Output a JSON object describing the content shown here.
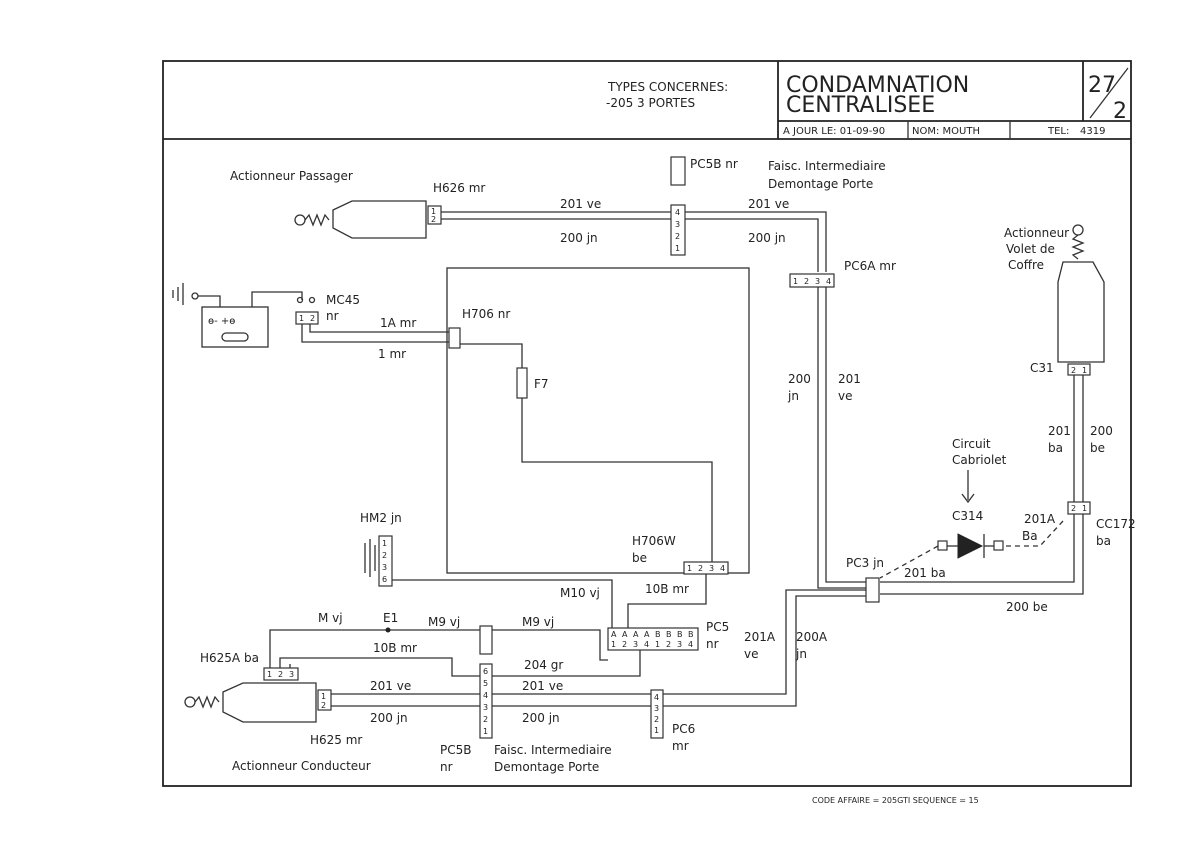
{
  "header": {
    "types_line1": "TYPES CONCERNES:",
    "types_line2": "-205 3 PORTES",
    "title_line1": "CONDAMNATION",
    "title_line2": "CENTRALISEE",
    "sheet_num": "27",
    "sheet_sub": "2",
    "a_jour": "A JOUR LE: 01-09-90",
    "nom": "NOM: MOUTH",
    "tel_label": "TEL:",
    "tel_value": "4319"
  },
  "footer": {
    "code_affaire": "CODE AFFAIRE = 205GTI SEQUENCE = 15"
  },
  "labels": {
    "act_passager": "Actionneur Passager",
    "h626": "H626 mr",
    "pc5b_top": "PC5B nr",
    "faisc_top_1": "Faisc. Intermediaire",
    "faisc_top_2": "Demontage Porte",
    "w201ve_a": "201 ve",
    "w201ve_b": "201 ve",
    "w200jn_a": "200 jn",
    "w200jn_b": "200 jn",
    "pc6a": "PC6A mr",
    "mc45": "MC45",
    "mc45_nr": "nr",
    "w1amr": "1A mr",
    "w1mr": "1 mr",
    "h706": "H706 nr",
    "f7": "F7",
    "v200jn_1": "200",
    "v200jn_2": "jn",
    "v201ve_1": "201",
    "v201ve_2": "ve",
    "act_volet_1": "Actionneur",
    "act_volet_2": "Volet de",
    "act_volet_3": "Coffre",
    "c31": "C31",
    "v201ba_1": "201",
    "v201ba_2": "ba",
    "v200be_1": "200",
    "v200be_2": "be",
    "circuit_1": "Circuit",
    "circuit_2": "Cabriolet",
    "c314": "C314",
    "w201a_1": "201A",
    "w201a_2": "Ba",
    "cc172_1": "CC172",
    "cc172_2": "ba",
    "hm2": "HM2 jn",
    "h706w_1": "H706W",
    "h706w_2": "be",
    "pc3": "PC3 jn",
    "w201ba": "201 ba",
    "w200be": "200 be",
    "m10vj": "M10 vj",
    "w10bmr_top": "10B mr",
    "mvj": "M vj",
    "e1": "E1",
    "m9vj_a": "M9 vj",
    "m9vj_b": "M9 vj",
    "pc5_1": "PC5",
    "pc5_2": "nr",
    "h625a": "H625A ba",
    "w10bmr": "10B mr",
    "w204gr": "204 gr",
    "w201ave_1": "201A",
    "w201ave_2": "ve",
    "w200ajn_1": "200A",
    "w200ajn_2": "jn",
    "w201ve_c": "201 ve",
    "w201ve_d": "201 ve",
    "w200jn_c": "200 jn",
    "w200jn_d": "200 jn",
    "pc6_1": "PC6",
    "pc6_2": "mr",
    "h625": "H625 mr",
    "act_conducteur": "Actionneur Conducteur",
    "pc5b_bot_1": "PC5B",
    "pc5b_bot_2": "nr",
    "faisc_bot_1": "Faisc. Intermediaire",
    "faisc_bot_2": "Demontage Porte"
  },
  "pins": {
    "p1": "1",
    "p2": "2",
    "p3": "3",
    "p4": "4",
    "p5": "5",
    "p6": "6",
    "pA": "A",
    "pB": "B"
  }
}
